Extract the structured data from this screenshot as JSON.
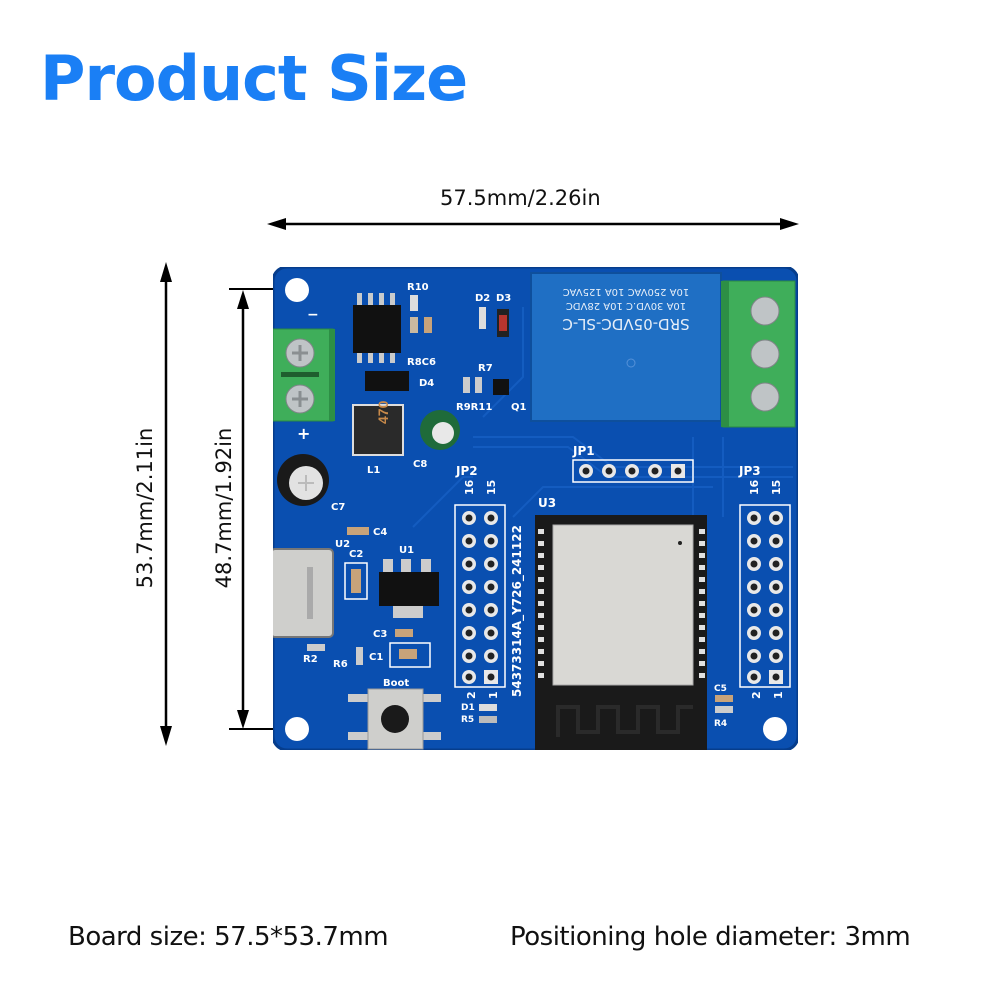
{
  "header": {
    "title": "Product Size"
  },
  "dimensions": {
    "width_label": "57.5mm/2.26in",
    "height_outer_label": "53.7mm/2.11in",
    "height_inner_label": "48.7mm/1.92in"
  },
  "board": {
    "labels": {
      "r10": "R10",
      "d2": "D2",
      "d3": "D3",
      "r8c6": "R8C6",
      "d4": "D4",
      "r7": "R7",
      "r9r11": "R9R11",
      "q1": "Q1",
      "l1": "L1",
      "c8": "C8",
      "c7": "C7",
      "c4": "C4",
      "u2": "U2",
      "c2": "C2",
      "u1": "U1",
      "c3": "C3",
      "c1": "C1",
      "r2": "R2",
      "r6": "R6",
      "boot": "Boot",
      "jp1": "JP1",
      "jp2": "JP2",
      "jp3": "JP3",
      "u3": "U3",
      "pin16": "16",
      "pin15": "15",
      "pin2": "2",
      "pin1": "1",
      "d1": "D1",
      "r5": "R5",
      "c5": "C5",
      "r4": "R4",
      "minus": "−",
      "plus": "+",
      "inductor_mark": "470",
      "serial": "54373314A_Y726_241122"
    },
    "relay": {
      "model": "SRD-05VDC-SL-C",
      "line1": "10A 30VD.C 10A 28VDC",
      "line2": "10A 250VAC 10A 125VAC"
    },
    "colors": {
      "pcb": "#0a4fb0",
      "pcb_edge": "#063d8c",
      "terminal": "#3fae5a",
      "relay": "#1f6fc4",
      "accent": "#1a7ff5"
    }
  },
  "footer": {
    "board_size": "Board size: 57.5*53.7mm",
    "hole_diameter": "Positioning hole diameter: 3mm"
  }
}
